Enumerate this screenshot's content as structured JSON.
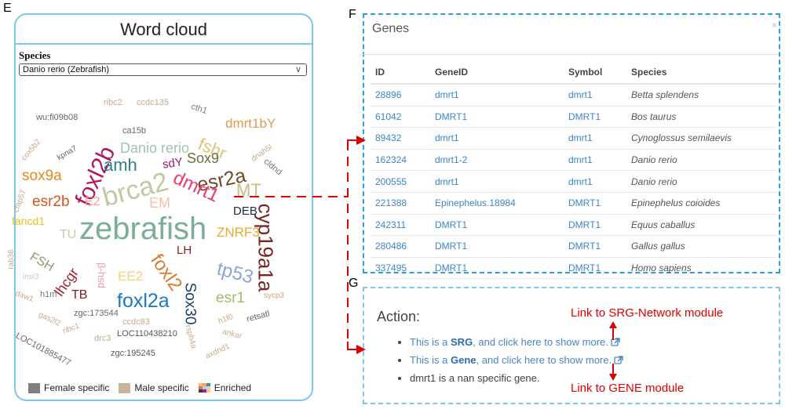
{
  "panel_letters": {
    "e": "E",
    "f": "F",
    "g": "G"
  },
  "word_cloud": {
    "title": "Word cloud",
    "species_label": "Species",
    "species_selected": "Danio rerio (Zebrafish)",
    "words": [
      {
        "text": "ribc2",
        "color": "#c9a98a",
        "category": "male"
      },
      {
        "text": "ccdc135",
        "color": "#c9a98a",
        "category": "male"
      },
      {
        "text": "cth1",
        "color": "#777777",
        "category": "female"
      },
      {
        "text": "wu:fi09b08",
        "color": "#666666",
        "category": "female"
      },
      {
        "text": "ca15b",
        "color": "#666666",
        "category": "female"
      },
      {
        "text": "dmrt1bY",
        "color": "#e09a4c",
        "category": "enriched"
      },
      {
        "text": "cox5b2",
        "color": "#c9a98a",
        "category": "male"
      },
      {
        "text": "kpna7",
        "color": "#666666",
        "category": "female"
      },
      {
        "text": "foxl2b",
        "color": "#b0175d",
        "category": "enriched"
      },
      {
        "text": "Danio rerio",
        "color": "#9ec4b1",
        "category": "enriched"
      },
      {
        "text": "fshr",
        "color": "#d9c878",
        "category": "enriched"
      },
      {
        "text": "dnah5l",
        "color": "#c9a98a",
        "category": "male"
      },
      {
        "text": "amh",
        "color": "#2f7f8e",
        "category": "enriched"
      },
      {
        "text": "sdY",
        "color": "#9c1a6b",
        "category": "enriched"
      },
      {
        "text": "Sox9",
        "color": "#6e6e3a",
        "category": "enriched"
      },
      {
        "text": "cldnd",
        "color": "#777777",
        "category": "female"
      },
      {
        "text": "sox9a",
        "color": "#e48a1c",
        "category": "enriched"
      },
      {
        "text": "esr2a",
        "color": "#6b4a2c",
        "category": "enriched"
      },
      {
        "text": "cfap57",
        "color": "#c9a98a",
        "category": "male"
      },
      {
        "text": "brca2",
        "color": "#c3c7a4",
        "category": "enriched"
      },
      {
        "text": "dmrt1",
        "color": "#ee3d6a",
        "category": "enriched"
      },
      {
        "text": "MT",
        "color": "#cbbd86",
        "category": "enriched"
      },
      {
        "text": "cyp19a1a",
        "color": "#7a2424",
        "category": "enriched"
      },
      {
        "text": "esr2b",
        "color": "#d9531e",
        "category": "enriched"
      },
      {
        "text": "E2",
        "color": "#f4a0a0",
        "category": "enriched"
      },
      {
        "text": "EM",
        "color": "#f6c3a6",
        "category": "enriched"
      },
      {
        "text": "DEB",
        "color": "#1c2b4c",
        "category": "enriched"
      },
      {
        "text": "fancd1",
        "color": "#e6c21a",
        "category": "enriched"
      },
      {
        "text": "zebrafish",
        "color": "#7aaf96",
        "category": "enriched"
      },
      {
        "text": "TU",
        "color": "#c5cdaa",
        "category": "enriched"
      },
      {
        "text": "ZNRF3",
        "color": "#e8a92e",
        "category": "enriched"
      },
      {
        "text": "rab36",
        "color": "#c9a98a",
        "category": "male"
      },
      {
        "text": "FSH",
        "color": "#8c9a78",
        "category": "enriched"
      },
      {
        "text": "β-hsd",
        "color": "#e8a0a8",
        "category": "enriched"
      },
      {
        "text": "foxl2",
        "color": "#e07a2a",
        "category": "enriched"
      },
      {
        "text": "LH",
        "color": "#8a1e1e",
        "category": "enriched"
      },
      {
        "text": "lhcgr",
        "color": "#a0202e",
        "category": "enriched"
      },
      {
        "text": "tp53",
        "color": "#8aa6cf",
        "category": "enriched"
      },
      {
        "text": "insl3",
        "color": "#d8c4b4",
        "category": "male"
      },
      {
        "text": "EE2",
        "color": "#f5cf7a",
        "category": "enriched"
      },
      {
        "text": "Sox30",
        "color": "#1d3f66",
        "category": "enriched"
      },
      {
        "text": "esr1",
        "color": "#9fbd6e",
        "category": "enriched"
      },
      {
        "text": "daw1",
        "color": "#c9a98a",
        "category": "male"
      },
      {
        "text": "h1m",
        "color": "#777777",
        "category": "female"
      },
      {
        "text": "TB",
        "color": "#7a1b1b",
        "category": "enriched"
      },
      {
        "text": "foxl2a",
        "color": "#1a7ac2",
        "category": "enriched"
      },
      {
        "text": "sycp3",
        "color": "#c9a98a",
        "category": "male"
      },
      {
        "text": "gas2l2",
        "color": "#c9a98a",
        "category": "male"
      },
      {
        "text": "zgc:173544",
        "color": "#666666",
        "category": "female"
      },
      {
        "text": "ccdc83",
        "color": "#c9a98a",
        "category": "male"
      },
      {
        "text": "rsph4a",
        "color": "#c9a98a",
        "category": "male"
      },
      {
        "text": "h1f0",
        "color": "#c9a98a",
        "category": "male"
      },
      {
        "text": "retsatl",
        "color": "#666666",
        "category": "female"
      },
      {
        "text": "ribc1",
        "color": "#c9a98a",
        "category": "male"
      },
      {
        "text": "LOC101885477",
        "color": "#666666",
        "category": "female"
      },
      {
        "text": "drc3",
        "color": "#c9a98a",
        "category": "male"
      },
      {
        "text": "LOC110438210",
        "color": "#555555",
        "category": "female"
      },
      {
        "text": "ankar",
        "color": "#c9a98a",
        "category": "male"
      },
      {
        "text": "axdnd1",
        "color": "#c9a98a",
        "category": "male"
      },
      {
        "text": "zgc:195245",
        "color": "#555555",
        "category": "female"
      }
    ],
    "legend": [
      {
        "label": "Female specific",
        "color": "#808080",
        "icon": "gray-square"
      },
      {
        "label": "Male specific",
        "color": "#c9b49a",
        "icon": "tan-square"
      },
      {
        "label": "Enriched",
        "icon": "multicolor-square",
        "colors": [
          "#e9c46a",
          "#f4a261",
          "#2a9d8f",
          "#e76f51",
          "#a8dadc",
          "#f1c0e8",
          "#264653",
          "#b5179e",
          "#ffd166"
        ]
      }
    ]
  },
  "genes": {
    "title": "Genes",
    "close_label": "×",
    "columns": [
      "ID",
      "GeneID",
      "Symbol",
      "Species"
    ],
    "rows": [
      {
        "id": "28896",
        "gene_id": "dmrt1",
        "symbol": "dmrt1",
        "species": "Betta splendens"
      },
      {
        "id": "61042",
        "gene_id": "DMRT1",
        "symbol": "DMRT1",
        "species": "Bos taurus"
      },
      {
        "id": "89432",
        "gene_id": "dmrt1",
        "symbol": "dmrt1",
        "species": "Cynoglossus semilaevis"
      },
      {
        "id": "162324",
        "gene_id": "dmrt1-2",
        "symbol": "dmrt1",
        "species": "Danio rerio"
      },
      {
        "id": "200555",
        "gene_id": "dmrt1",
        "symbol": "dmrt1",
        "species": "Danio rerio"
      },
      {
        "id": "221388",
        "gene_id": "Epinephelus.18984",
        "symbol": "DMRT1",
        "species": "Epinephelus coioides"
      },
      {
        "id": "242311",
        "gene_id": "DMRT1",
        "symbol": "DMRT1",
        "species": "Equus caballus"
      },
      {
        "id": "280486",
        "gene_id": "DMRT1",
        "symbol": "DMRT1",
        "species": "Gallus gallus"
      },
      {
        "id": "337495",
        "gene_id": "DMRT1",
        "symbol": "DMRT1",
        "species": "Homo sapiens"
      }
    ]
  },
  "action": {
    "title": "Action:",
    "items": [
      {
        "pre": "This is a ",
        "bold": "SRG",
        "post": ", and click here to show more.",
        "link": true,
        "icon": "external-link-icon"
      },
      {
        "pre": "This is a ",
        "bold": "Gene",
        "post": ", and click here to show more.",
        "link": true,
        "icon": "external-link-icon"
      },
      {
        "pre": "dmrt1 is a nan specific gene.",
        "bold": "",
        "post": "",
        "link": false
      }
    ]
  },
  "annotations": {
    "srg_network": "Link to SRG-Network module",
    "gene_module": "Link to GENE module",
    "color": "#e00000"
  }
}
